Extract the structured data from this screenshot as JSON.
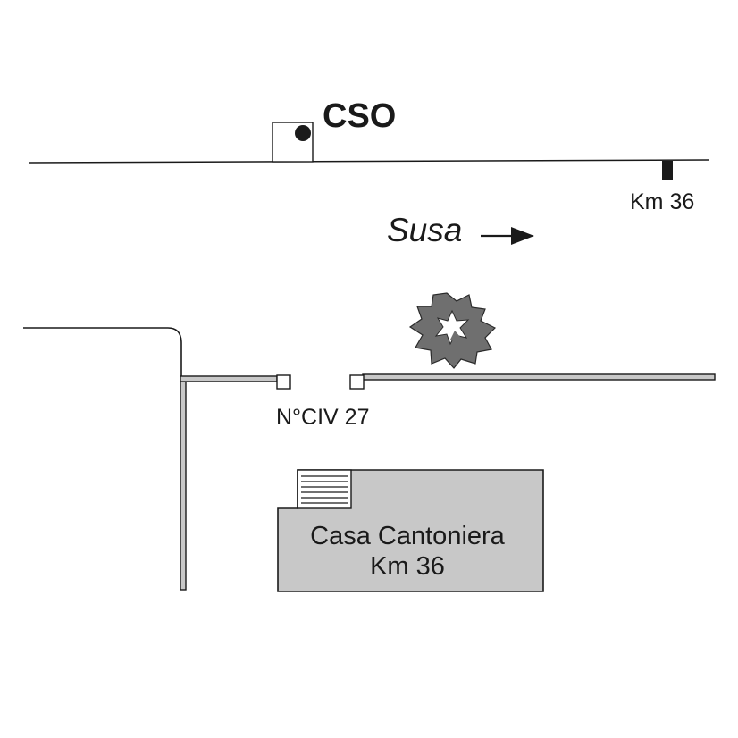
{
  "map": {
    "cso_label": "CSO",
    "km_marker_label": "Km 36",
    "direction_label": "Susa",
    "civic_number_label": "N°CIV 27",
    "building": {
      "line1": "Casa Cantoniera",
      "line2": "Km 36"
    },
    "colors": {
      "line": "#1a1a1a",
      "building_fill": "#c8c8c8",
      "wall_fill": "#c8c8c8",
      "tree_fill": "#6f6f6f",
      "background": "#ffffff"
    },
    "icons": [
      "cso-box-icon",
      "km-marker-icon",
      "direction-arrow-icon",
      "tree-icon",
      "gate-post-icon",
      "stairs-icon"
    ]
  }
}
